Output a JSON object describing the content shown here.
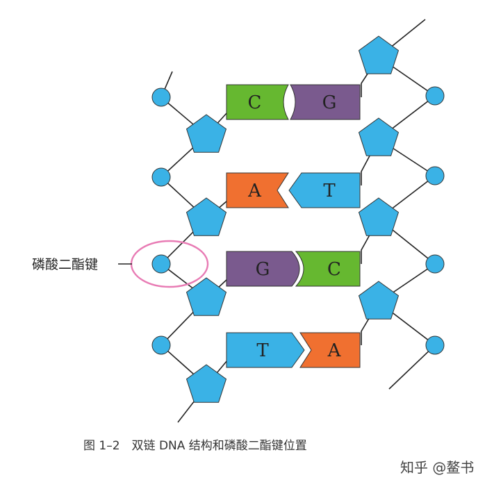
{
  "diagram": {
    "label": "磷酸二酯键",
    "caption": "图 1–2　双链 DNA 结构和磷酸二酯键位置",
    "watermark": "知乎 @鳌书",
    "pairs": [
      {
        "left": "C",
        "right": "G"
      },
      {
        "left": "A",
        "right": "T"
      },
      {
        "left": "G",
        "right": "C"
      },
      {
        "left": "T",
        "right": "A"
      }
    ],
    "base_colors": {
      "A": "#f07030",
      "T": "#3ab2e6",
      "G": "#7a5a8e",
      "C": "#66b830"
    },
    "sugar_color": "#3ab2e6",
    "phosphate_color": "#3ab2e6",
    "highlight_color": "#e87bb4"
  }
}
